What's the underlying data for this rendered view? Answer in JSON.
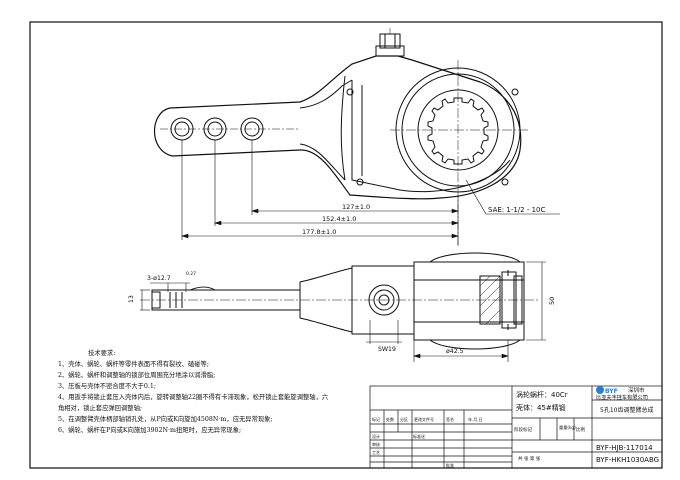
{
  "drawing": {
    "dimensions": {
      "d127": "127±1.0",
      "d152": "152.4±1.0",
      "d177": "177.8±1.0",
      "sae": "SAE: 1-1/2 - 10C",
      "holes": "3-ø12.7",
      "holes_tol": "0.27",
      "d13": "13",
      "d50": "50",
      "sw19": "SW19",
      "d42": "ø42.5"
    },
    "notes": {
      "title": "技术要求:",
      "items": [
        "1、壳体、蜗轮、蜗杆等零件表面不得有裂纹、磕碰等;",
        "2、蜗轮、蜗杆和调整轴的锁部位周围充分地涂以润滑脂;",
        "3、压板与壳体不密合度不大于0.1;",
        "4、用扳手将锁止套压入壳体内后，旋转调整轴22圈不得有卡滞现象，松开锁止套能旋调整轴，六",
        "角相对，锁止套应弹回调整轴;",
        "5、在调整臂壳体柄部轴销孔处，从P向或K向旋加4508N·m，应无异常现象;",
        "6、蜗轮、蜗杆在P向或K向施加3902N·m扭矩时，应无异常现象;"
      ]
    }
  },
  "title_block": {
    "material_worm": "涡轮蜗杆：40Cr",
    "material_housing": "壳体：45#精锻",
    "company_logo": "BYF",
    "company_line1": "深圳市",
    "company_line2": "比亚夫丰挂车有限公司",
    "product_name": "5孔10齿调整臂总成",
    "drawing_no1": "BYF-HJB-117014",
    "drawing_no2": "BYF-HKH1030ABG",
    "col_labels": [
      "标记",
      "处数",
      "分区",
      "更改文件号",
      "签名",
      "年.月.日"
    ],
    "row_labels": [
      "设计",
      "标准化",
      "审核",
      "工艺",
      "批准"
    ],
    "stage_labels": [
      "阶段标记",
      "重量(kg)",
      "比例"
    ],
    "page_label": "共  张  第  张"
  }
}
